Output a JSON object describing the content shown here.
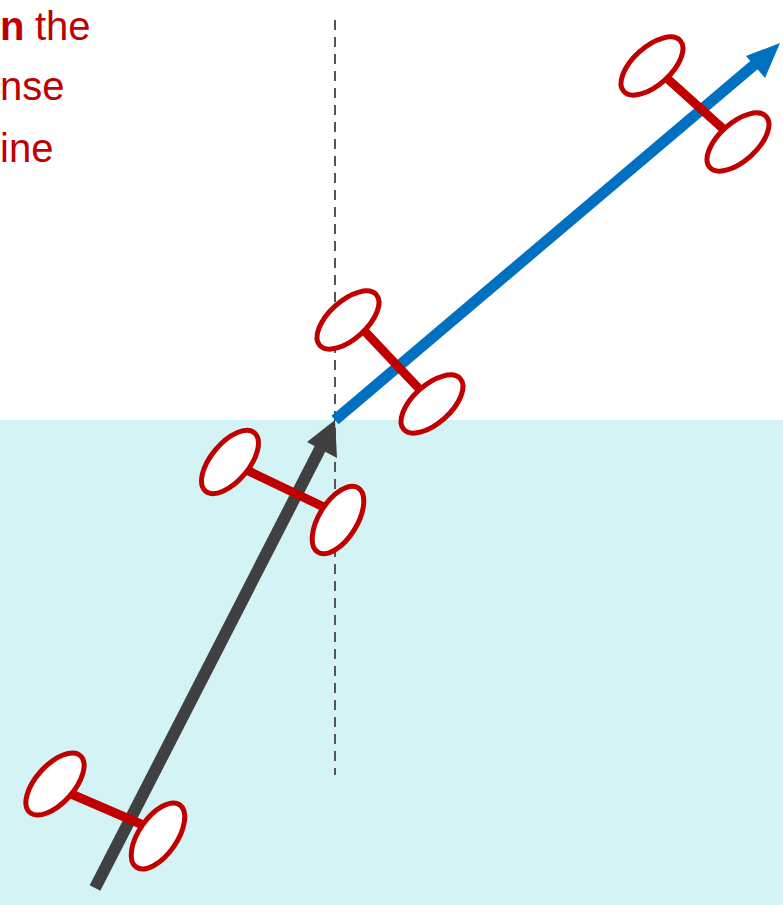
{
  "diagram": {
    "labels": [
      "n",
      "the",
      "nse",
      "ine"
    ]
  }
}
